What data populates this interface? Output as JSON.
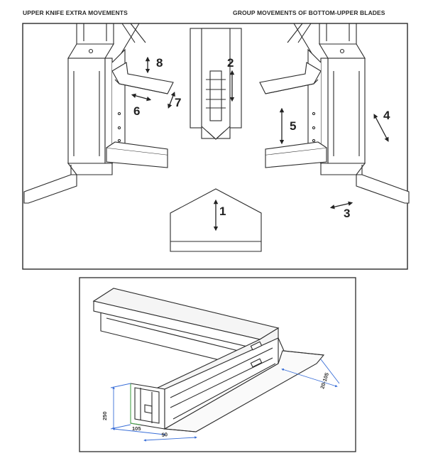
{
  "headers": {
    "left": "UPPER KNIFE EXTRA MOVEMENTS",
    "right": "GROUP MOVEMENTS OF BOTTOM-UPPER BLADES"
  },
  "movement_labels": {
    "m1": "1",
    "m2": "2",
    "m3": "3",
    "m4": "4",
    "m5": "5",
    "m6": "6",
    "m7": "7",
    "m8": "8"
  },
  "dimensions": {
    "height": "250",
    "inner_width": "105",
    "offset": "50",
    "range": "20-105"
  },
  "colors": {
    "line": "#2b2b2b",
    "profile_fill": "#ececec",
    "dimension_line": "#3a6fd8",
    "accent": "#4caf50"
  }
}
